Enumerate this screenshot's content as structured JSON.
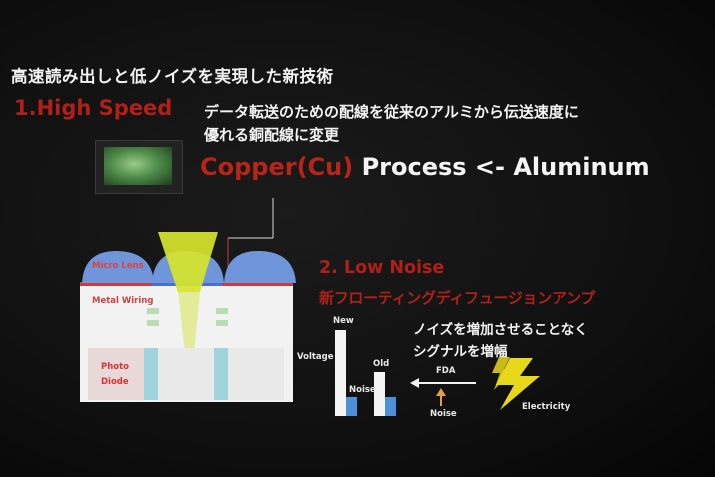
{
  "slide": {
    "title": "高速読み出しと低ノイズを実現した新技術",
    "section1": {
      "heading": "1.High Speed",
      "description_line1": "データ転送のための配線を従来のアルミから伝送速度に",
      "description_line2": "優れる銅配線に変更",
      "copper_red": "Copper(Cu)",
      "copper_white": "Process  <- Aluminum"
    },
    "diagram": {
      "micro_lens": "Micro Lens",
      "metal_wiring": "Metal Wiring",
      "photo": "Photo",
      "diode": "Diode"
    },
    "section2": {
      "heading": "2. Low Noise",
      "subheading": "新フローティングディフュージョンアンプ",
      "note_line1": "ノイズを増加させることなく",
      "note_line2": "シグナルを増幅",
      "chart_new": "New",
      "chart_voltage": "Voltage",
      "chart_noise": "Noise",
      "chart_old": "Old",
      "fda": "FDA",
      "noise_source": "Noise",
      "electricity": "Electricity"
    }
  },
  "colors": {
    "heading_red": "#b02018",
    "lens_blue": "#5c8ad8",
    "beam_yellow": "#d8e830"
  }
}
